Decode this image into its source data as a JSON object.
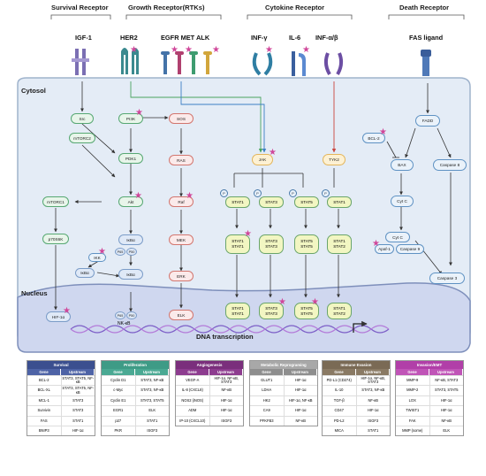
{
  "headers": {
    "survival": "Survival Receptor",
    "growth": "Growth Receptor(RTKs)",
    "cytokine": "Cytokine Receptor",
    "death": "Death Receptor"
  },
  "receptors": {
    "igf1": "IGF-1",
    "her2": "HER2",
    "egfr": "EGFR MET ALK",
    "infg": "INF-γ",
    "il6": "IL-6",
    "infab": "INF-α/β",
    "fas": "FAS ligand"
  },
  "sections": {
    "cytosol": "Cytosol",
    "nucleus": "Nucleus",
    "dna": "DNA transcription"
  },
  "nodes": {
    "src": "Src",
    "mtorc2": "mTORC2",
    "mtorc1": "mTORC1",
    "p70s6k": "p70S6K",
    "hif1a": "HIF-1α",
    "pi3k": "PI3K",
    "pdk1": "PDK1",
    "akt": "Akt",
    "ikba": "IκBα",
    "p65": "P65",
    "p50": "P50",
    "ikk": "IKK",
    "ikba2": "IκBα",
    "ikba3": "IκBα",
    "nfkb": "NK-κB",
    "sos": "SOS",
    "ras": "RAS",
    "raf": "Raf",
    "mek": "MEK",
    "erk": "ERK",
    "elk": "ELK",
    "jak": "JAK",
    "tyk2": "TYK2",
    "stat1": "STAT1",
    "stat3": "STAT3",
    "stat5": "STAT5",
    "p": "P",
    "fadd": "FADD",
    "bcl2": "BCL-2",
    "bax": "BAX",
    "cas8": "Caspase 8",
    "cytc": "Cyt C",
    "cytc2": "Cyt C",
    "apaf": "Apaf-1",
    "cas9": "Caspase 9",
    "cas3": "Caspase 3"
  },
  "dimers": [
    "STAT1",
    "STAT1",
    "STAT3",
    "STAT3",
    "STAT5",
    "STAT5",
    "STAT1",
    "STAT2"
  ],
  "tables": [
    {
      "title": "Survival",
      "color": "#3b4f8f",
      "sub": "#4e63a6",
      "col1": "Gene",
      "col2": "Upstream",
      "rows": [
        [
          "BCL-2",
          "STAT3, STAT5, NF-κB"
        ],
        [
          "BCL-XL",
          "STAT3, STAT5, NF-κB"
        ],
        [
          "MCL-1",
          "STAT3"
        ],
        [
          "Survivin",
          "STAT3"
        ],
        [
          "FAS",
          "STAT1"
        ],
        [
          "BNIP3",
          "HIF-1α"
        ]
      ]
    },
    {
      "title": "Proliferation",
      "color": "#3e9b86",
      "sub": "#4aa993",
      "col1": "Gene",
      "col2": "Upstream",
      "rows": [
        [
          "Cyclin D1",
          "STAT3, NF-κB"
        ],
        [
          "c-Myc",
          "STAT3, NF-κB"
        ],
        [
          "Cyclin E1",
          "STAT3, STAT5"
        ],
        [
          "EGR1",
          "ELK"
        ],
        [
          "p27",
          "STAT1"
        ],
        [
          "PKR",
          "ISGF3"
        ]
      ]
    },
    {
      "title": "Angiogenesis",
      "color": "#7a2f7c",
      "sub": "#8d3c8f",
      "col1": "Gene",
      "col2": "Upstream",
      "rows": [
        [
          "VEGF-A",
          "HIF-1α, NF-κB, STAT3"
        ],
        [
          "IL-8 (CXCL8)",
          "NF-κB"
        ],
        [
          "NOS2 (iNOS)",
          "HIF-1α"
        ],
        [
          "ADM",
          "HIF-1α"
        ],
        [
          "IP-10 (CXCL10)",
          "ISGF3"
        ]
      ]
    },
    {
      "title": "Metabolic Reprograming",
      "color": "#a8a8a8",
      "sub": "#8e8e8e",
      "col1": "Gene",
      "col2": "Upstream",
      "rows": [
        [
          "GLUT1",
          "HIF-1α"
        ],
        [
          "LDHA",
          "HIF-1α"
        ],
        [
          "HK2",
          "HIF-1α, NF-κB"
        ],
        [
          "CA9",
          "HIF-1α"
        ],
        [
          "PFKFB3",
          "NF-κB"
        ]
      ]
    },
    {
      "title": "Immune Evasion",
      "color": "#7a6a55",
      "sub": "#8a7a64",
      "col1": "Gene",
      "col2": "Upstream",
      "rows": [
        [
          "PD-L1 (CD274)",
          "HIF-1α, NF-κB, STAT3"
        ],
        [
          "IL-10",
          "STAT3, NF-κB"
        ],
        [
          "TGF-β",
          "NF-κB"
        ],
        [
          "CD47",
          "HIF-1α"
        ],
        [
          "PD-L2",
          "ISGF3"
        ],
        [
          "MICA",
          "STAT1"
        ]
      ]
    },
    {
      "title": "Invasion/EMT",
      "color": "#b13fa8",
      "sub": "#c054b7",
      "col1": "Gene",
      "col2": "Upstream",
      "rows": [
        [
          "MMP-9",
          "NF-κB, STAT3"
        ],
        [
          "MMP-2",
          "STAT3, STAT5"
        ],
        [
          "LOX",
          "HIF-1α"
        ],
        [
          "TWIST1",
          "HIF-1α"
        ],
        [
          "FAK",
          "NF-κB"
        ],
        [
          "MMP (some)",
          "ELK"
        ]
      ]
    }
  ]
}
